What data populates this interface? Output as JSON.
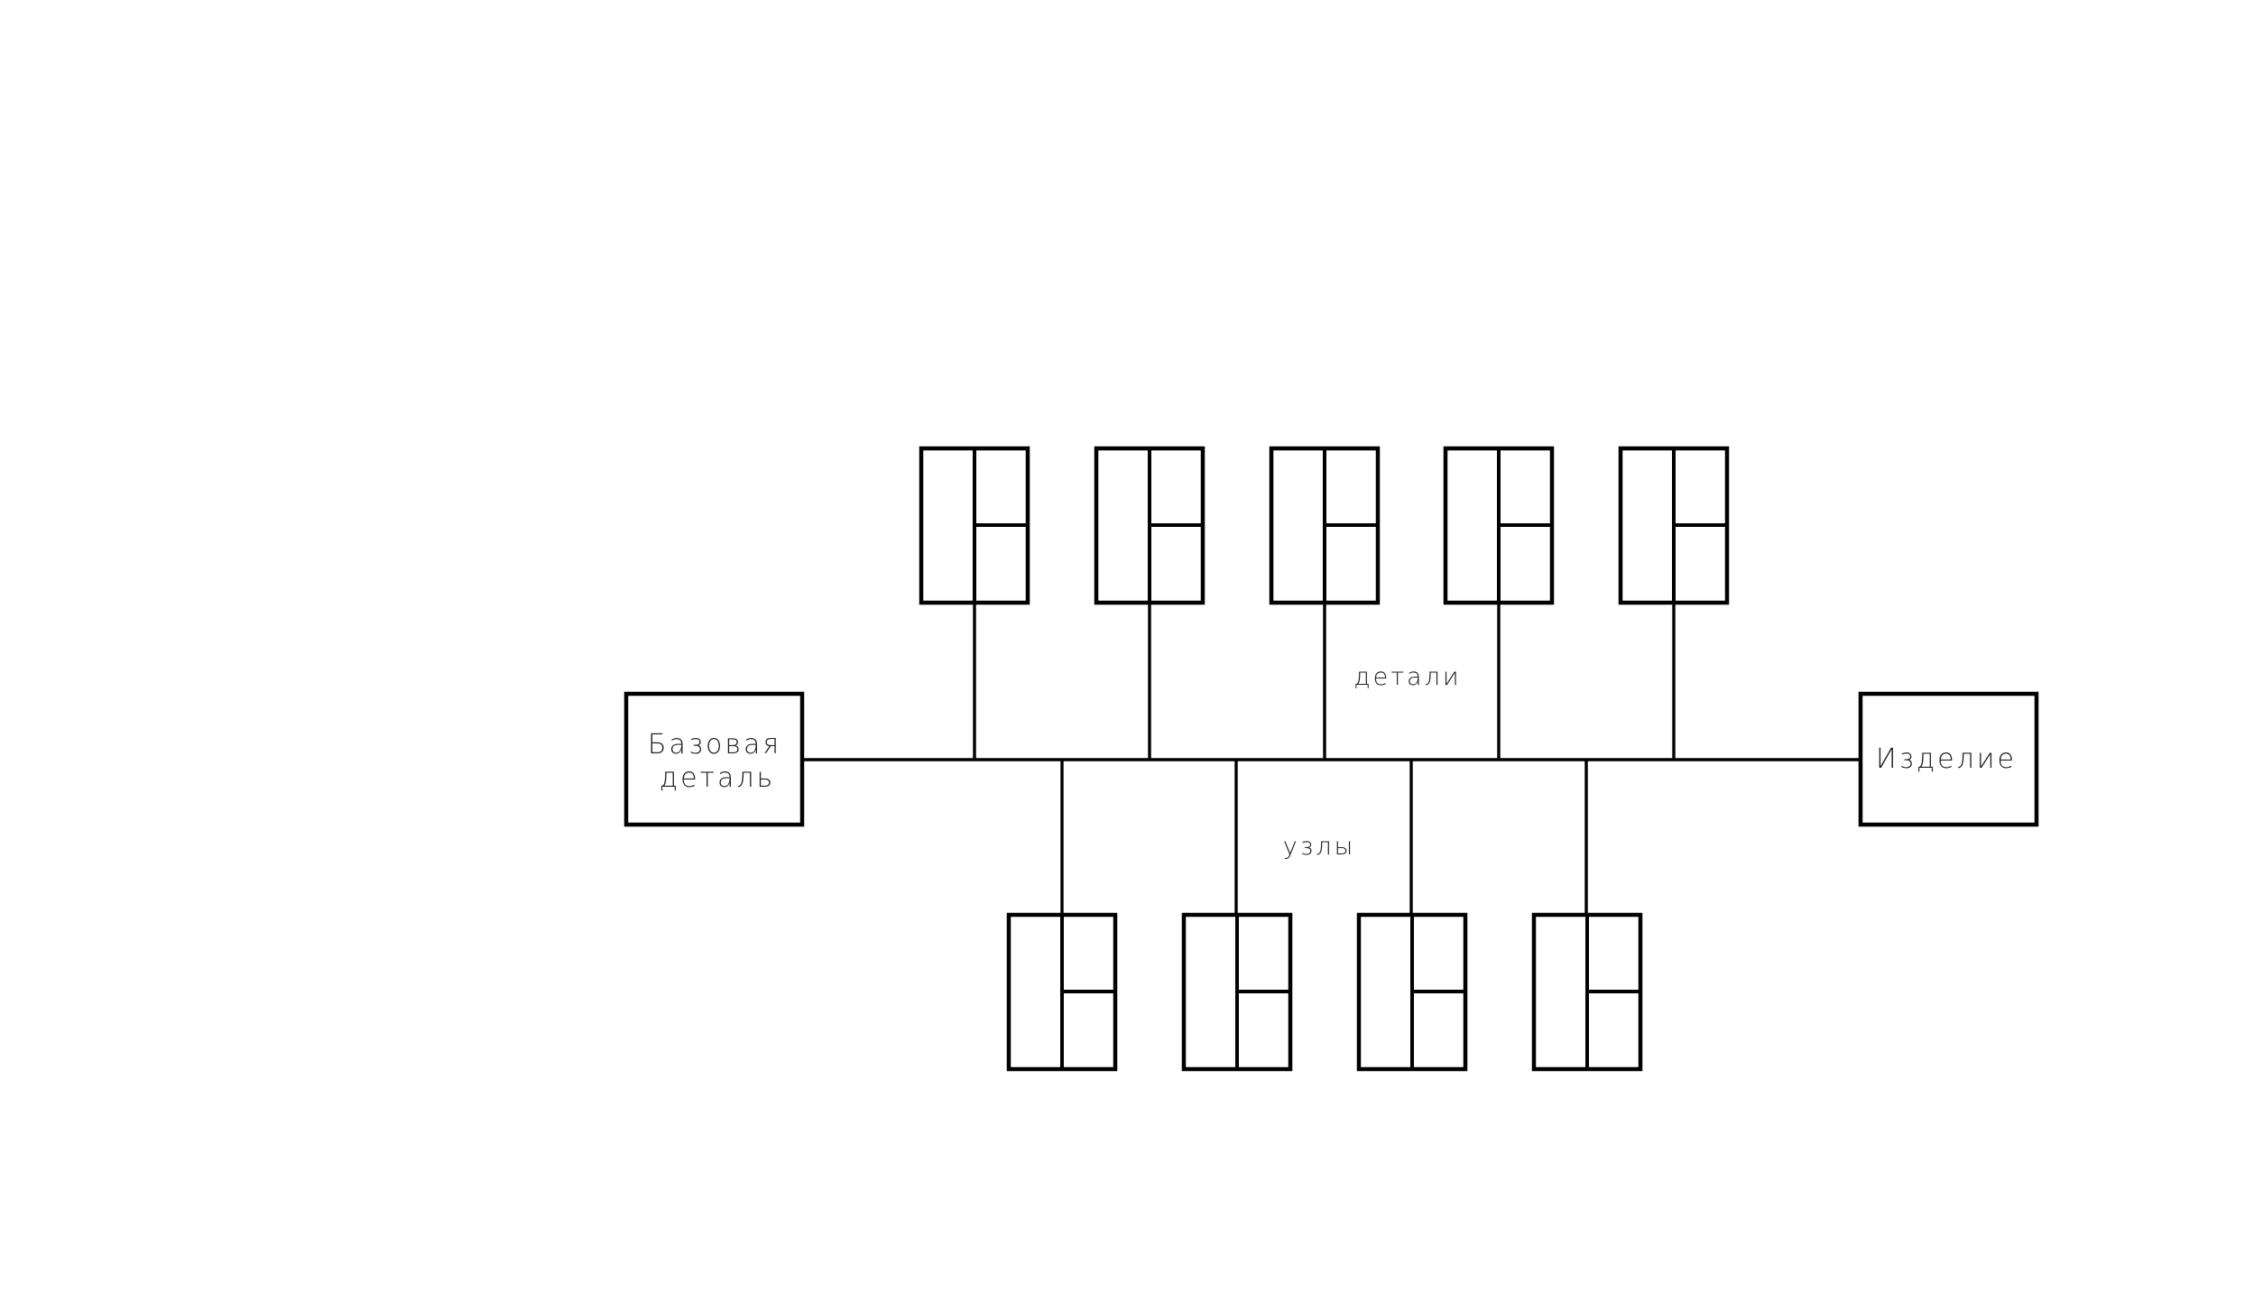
{
  "labels": {
    "base": [
      "Базовая",
      "деталь"
    ],
    "product": "Изделие",
    "parts": "детали",
    "assemblies": "узлы"
  },
  "colors": {
    "stroke": "#000000",
    "text": "#222222",
    "background": "#ffffff"
  },
  "structure": {
    "parts_count": 5,
    "assemblies_count": 4
  }
}
